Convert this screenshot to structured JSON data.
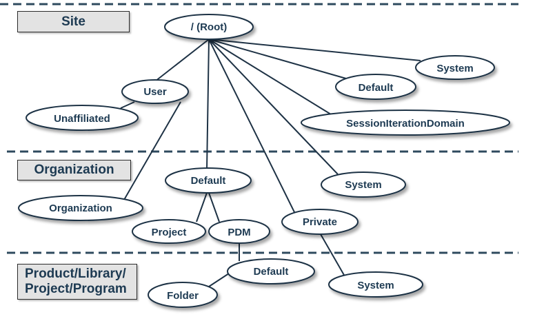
{
  "bands": {
    "site": "Site",
    "organization": "Organization",
    "product_line1": "Product/Library/",
    "product_line2": "Project/Program"
  },
  "nodes": {
    "root": "/ (Root)",
    "user": "User",
    "unaffiliated": "Unaffiliated",
    "system_site": "System",
    "default_site": "Default",
    "session": "SessionIterationDomain",
    "organization": "Organization",
    "default_org": "Default",
    "system_org": "System",
    "project": "Project",
    "pdm": "PDM",
    "private": "Private",
    "default_prod": "Default",
    "folder": "Folder",
    "system_prod": "System"
  },
  "colors": {
    "node_fill": "#ffffff",
    "node_stroke": "#1e3245",
    "text": "#1d3a52",
    "band_fill": "#e3e3e3",
    "divider": "#2e4a5e"
  }
}
